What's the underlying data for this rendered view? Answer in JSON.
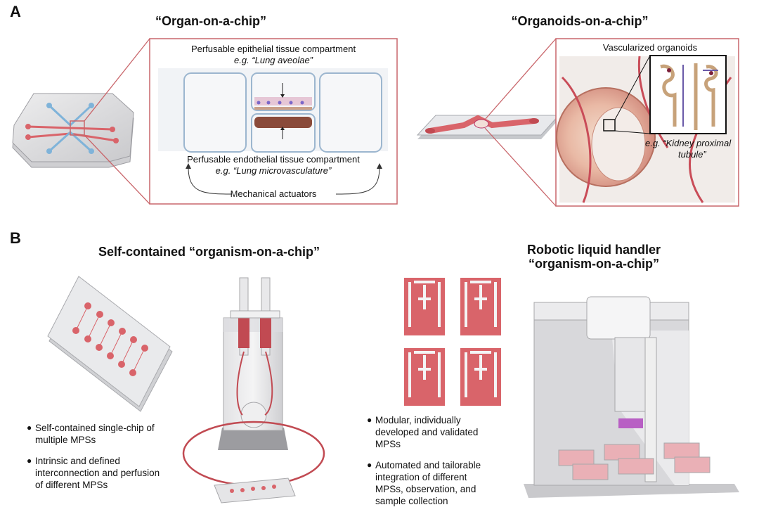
{
  "panel_a": {
    "letter": "A",
    "organ_chip": {
      "title": "“Organ-on-a-chip”",
      "epithelial_label": "Perfusable epithelial tissue compartment",
      "epithelial_example": "e.g. “Lung aveolae”",
      "endothelial_label": "Perfusable endothelial tissue compartment",
      "endothelial_example": "e.g. “Lung microvasculature”",
      "actuators_label": "Mechanical actuators"
    },
    "organoid_chip": {
      "title": "“Organoids-on-a-chip”",
      "vascularized_label": "Vascularized organoids",
      "kidney_example_line1": "e.g. “Kidney proximal",
      "kidney_example_line2": "tubule”"
    }
  },
  "panel_b": {
    "letter": "B",
    "self_contained": {
      "title": "Self-contained “organism-on-a-chip”",
      "bullets": [
        "Self-contained single-chip of multiple MPSs",
        "Intrinsic and defined interconnection and perfusion of different MPSs"
      ]
    },
    "robotic": {
      "title_line1": "Robotic liquid handler",
      "title_line2": "“organism-on-a-chip”",
      "bullets": [
        "Modular, individually developed and validated MPSs",
        "Automated and tailorable integration of different MPSs, observation, and sample collection"
      ]
    }
  },
  "colors": {
    "accent_red": "#d9646a",
    "border_red": "#c9666b",
    "blue": "#7fb3d9",
    "grey_body": "#d6d6d8"
  }
}
